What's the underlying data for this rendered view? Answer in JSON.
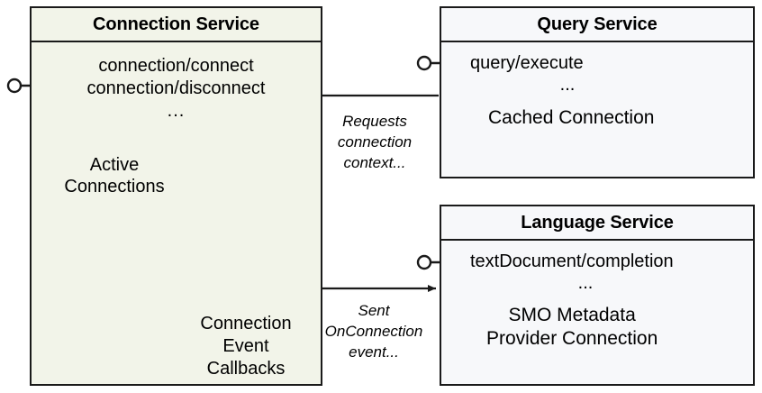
{
  "diagram": {
    "type": "component-diagram",
    "title": "Connection Service interaction diagram",
    "colors": {
      "connection_service_fill": "#f2f4e9",
      "service_fill": "#f7f8fa",
      "stroke": "#1a1a1a",
      "icon_stroke": "#5a5a55"
    }
  },
  "connection_service": {
    "title": "Connection Service",
    "endpoints": [
      "connection/connect",
      "connection/disconnect",
      "..."
    ],
    "active_connections_label": "Active\nConnections",
    "active_connections_line1": "Active",
    "active_connections_line2": "Connections",
    "callbacks_line1": "Connection",
    "callbacks_line2": "Event",
    "callbacks_line3": "Callbacks",
    "grid": {
      "rows": 5,
      "cols": 2
    },
    "cylinder_count": 4,
    "provided_interface_icon": "lollipop-icon"
  },
  "query_service": {
    "title": "Query Service",
    "endpoints": [
      "query/execute",
      "..."
    ],
    "resource_label": "Cached Connection",
    "resource_icon": "database-cylinder-icon",
    "provided_interface_icon": "lollipop-icon"
  },
  "language_service": {
    "title": "Language Service",
    "endpoints": [
      "textDocument/completion",
      "..."
    ],
    "resource_line1": "SMO Metadata",
    "resource_line2": "Provider Connection",
    "resource_icon": "database-cylinder-icon",
    "provided_interface_icon": "lollipop-icon"
  },
  "edges": [
    {
      "id": "requests-connection-context",
      "from": "query_service",
      "to": "connection_service",
      "direction": "left",
      "label_line1": "Requests",
      "label_line2": "connection",
      "label_line3": "context..."
    },
    {
      "id": "sent-onconnection-event",
      "from": "connection_service",
      "to": "language_service",
      "direction": "right",
      "label_line1": "Sent",
      "label_line2": "OnConnection",
      "label_line3": "event..."
    }
  ]
}
